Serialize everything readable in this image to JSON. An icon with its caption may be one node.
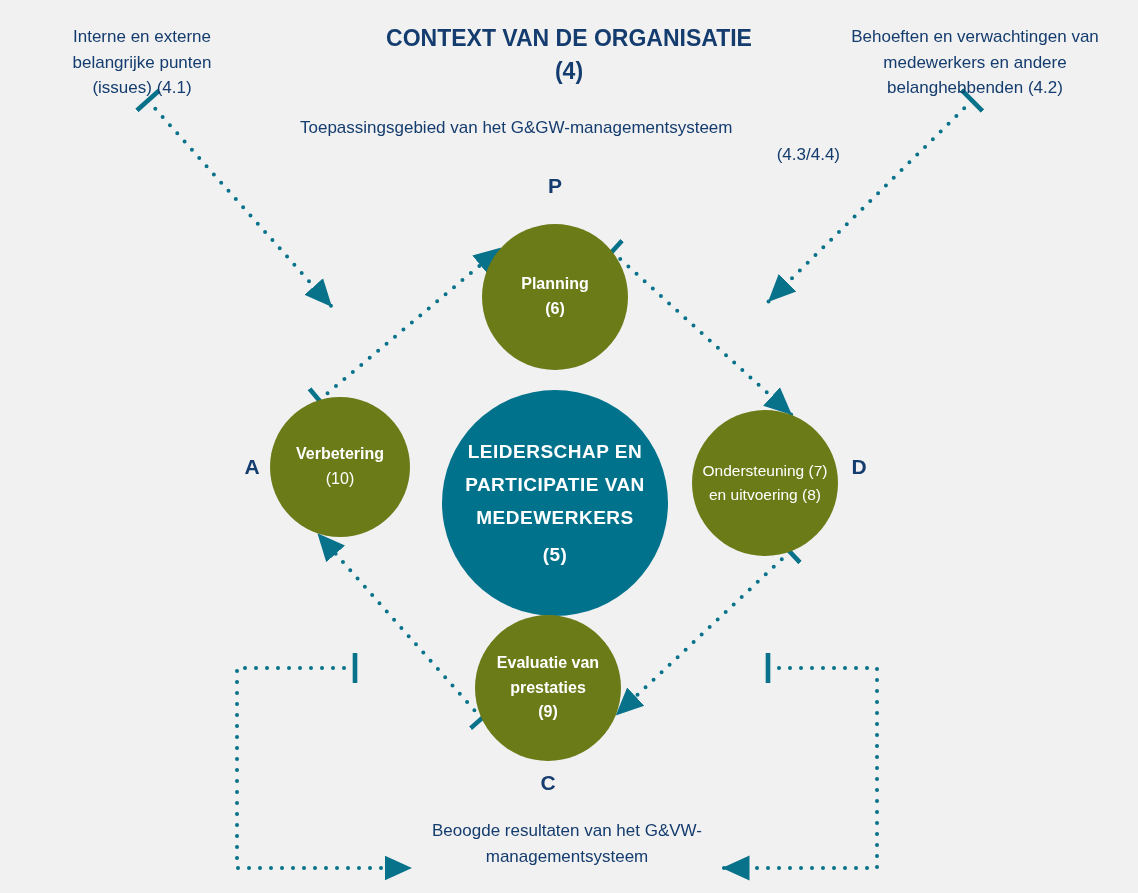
{
  "diagram": {
    "title": "CONTEXT VAN DE ORGANISATIE (4)",
    "nodes": [
      {
        "text": [
          "Interne en externe belangrijke punten (issues) (4.1)"
        ]
      },
      {
        "text": [
          "Behoeften en verwachtingen van medewerkers en andere belanghebbenden (4.2)"
        ]
      },
      {
        "text": [
          "Planning",
          "(6)"
        ],
        "beside": [
          "P"
        ]
      },
      {
        "text": [
          "Verbetering",
          "(10)"
        ],
        "beside": [
          "A"
        ]
      },
      {
        "text": [
          "LEIDERSCHAP EN PARTICIPATIE VAN MEDEWERKERS",
          "(5)"
        ]
      },
      {
        "text": [
          "Ondersteuning (7) en uitvoering (8)"
        ],
        "beside": [
          "D"
        ]
      },
      {
        "text": [
          "Evaluatie van prestaties",
          "(9)"
        ],
        "beside": [
          "C"
        ]
      },
      {
        "text": [
          "Beoogde resultaten van het G&VW-managementsysteem"
        ]
      }
    ],
    "edges": [
      {
        "from": 0,
        "to": null,
        "arrow": "to"
      },
      {
        "from": 1,
        "to": null,
        "arrow": "to"
      },
      {
        "from": 3,
        "to": 2,
        "arrow": "to"
      },
      {
        "from": 2,
        "to": 5,
        "arrow": "to"
      },
      {
        "from": 5,
        "to": 6,
        "arrow": "to"
      },
      {
        "from": 6,
        "to": 3,
        "arrow": "to"
      },
      {
        "from": null,
        "to": 7,
        "arrow": "to"
      },
      {
        "from": null,
        "to": 7,
        "arrow": "to"
      }
    ],
    "labels": [
      "Toepassingsgebied van het G&GW-managementsysteem",
      "(4.3/4.4)"
    ]
  }
}
